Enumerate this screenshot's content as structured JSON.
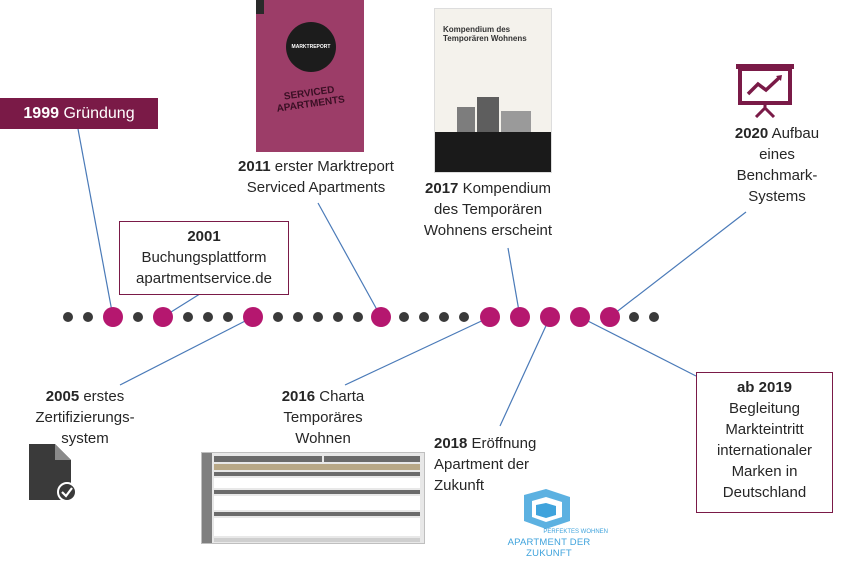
{
  "diagram_data": {
    "milestones": {
      "m1999": {
        "year": "1999",
        "text": "Gründung"
      },
      "m2001": {
        "year": "2001",
        "line1": "Buchungsplattform",
        "line2": "apartmentservice.de"
      },
      "m2005": {
        "year": "2005",
        "line1_rest": "erstes",
        "line2": "Zertifizierungs-",
        "line3": "system"
      },
      "m2011": {
        "year": "2011",
        "line1_rest": "erster Marktreport",
        "line2": "Serviced Apartments"
      },
      "m2016": {
        "year": "2016",
        "line1_rest": "Charta",
        "line2": "Temporäres",
        "line3": "Wohnen"
      },
      "m2017": {
        "year": "2017",
        "line1_rest": "Kompendium",
        "line2": "des Temporären",
        "line3": "Wohnens erscheint"
      },
      "m2018": {
        "year": "2018",
        "line1_rest": "Eröffnung",
        "line2": "Apartment der",
        "line3": "Zukunft"
      },
      "m2019": {
        "year": "ab 2019",
        "line2": "Begleitung",
        "line3": "Markteintritt",
        "line4": "internationaler",
        "line5": "Marken in",
        "line6": "Deutschland"
      },
      "m2020": {
        "year": "2020",
        "line1_rest": "Aufbau",
        "line2": "eines",
        "line3": "Benchmark-",
        "line4": "Systems"
      }
    },
    "covers": {
      "marktreport_badge": "MARKTREPORT",
      "marktreport_title": "SERVICED APARTMENTS",
      "kompendium_title": "Kompendium des Temporären Wohnens"
    },
    "logo": {
      "small": "PERFEKTES WOHNEN",
      "main": "APARTMENT DER ZUKUNFT"
    },
    "colors": {
      "accent": "#7a1a47",
      "dot_highlight": "#b5176f",
      "dot_plain": "#3a3a3a",
      "line": "#4a7ab8"
    }
  }
}
